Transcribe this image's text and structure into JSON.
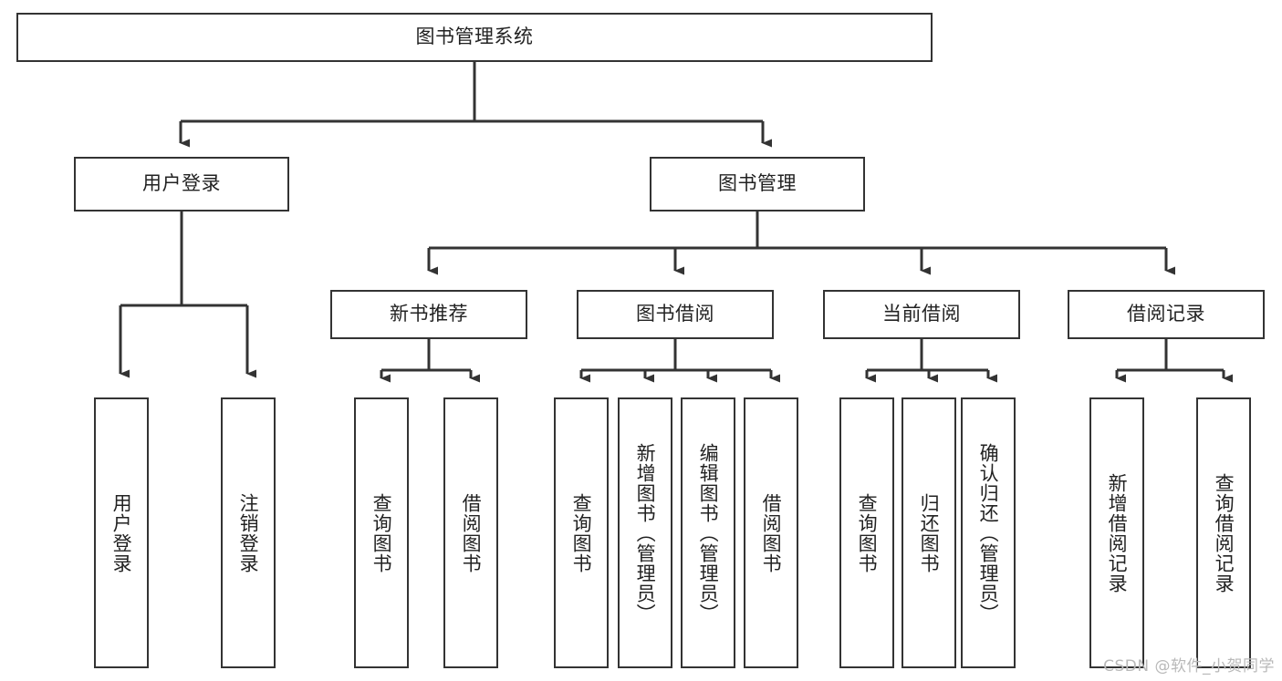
{
  "diagram": {
    "title": "图书管理系统",
    "type": "tree-hierarchy-chart",
    "colors": {
      "box_border": "#333333",
      "box_fill": "#ffffff",
      "edge": "#333333",
      "text": "#222222",
      "watermark": "#b9b9b9",
      "background": "#ffffff"
    },
    "root": {
      "label": "图书管理系统"
    },
    "level1": [
      {
        "label": "用户登录"
      },
      {
        "label": "图书管理"
      }
    ],
    "level2": [
      {
        "label": "新书推荐"
      },
      {
        "label": "图书借阅"
      },
      {
        "label": "当前借阅"
      },
      {
        "label": "借阅记录"
      }
    ],
    "leaves": {
      "user_login": [
        {
          "label": "用户登录"
        },
        {
          "label": "注销登录"
        }
      ],
      "new_book_recommend": [
        {
          "label": "查询图书"
        },
        {
          "label": "借阅图书"
        }
      ],
      "book_borrow": [
        {
          "label": "查询图书"
        },
        {
          "label": "新增图书（管理员）"
        },
        {
          "label": "编辑图书（管理员）"
        },
        {
          "label": "借阅图书"
        }
      ],
      "current_borrow": [
        {
          "label": "查询图书"
        },
        {
          "label": "归还图书"
        },
        {
          "label": "确认归还（管理员）"
        }
      ],
      "borrow_record": [
        {
          "label": "新增借阅记录"
        },
        {
          "label": "查询借阅记录"
        }
      ]
    },
    "watermark": "CSDN @软件_小贺同学"
  }
}
